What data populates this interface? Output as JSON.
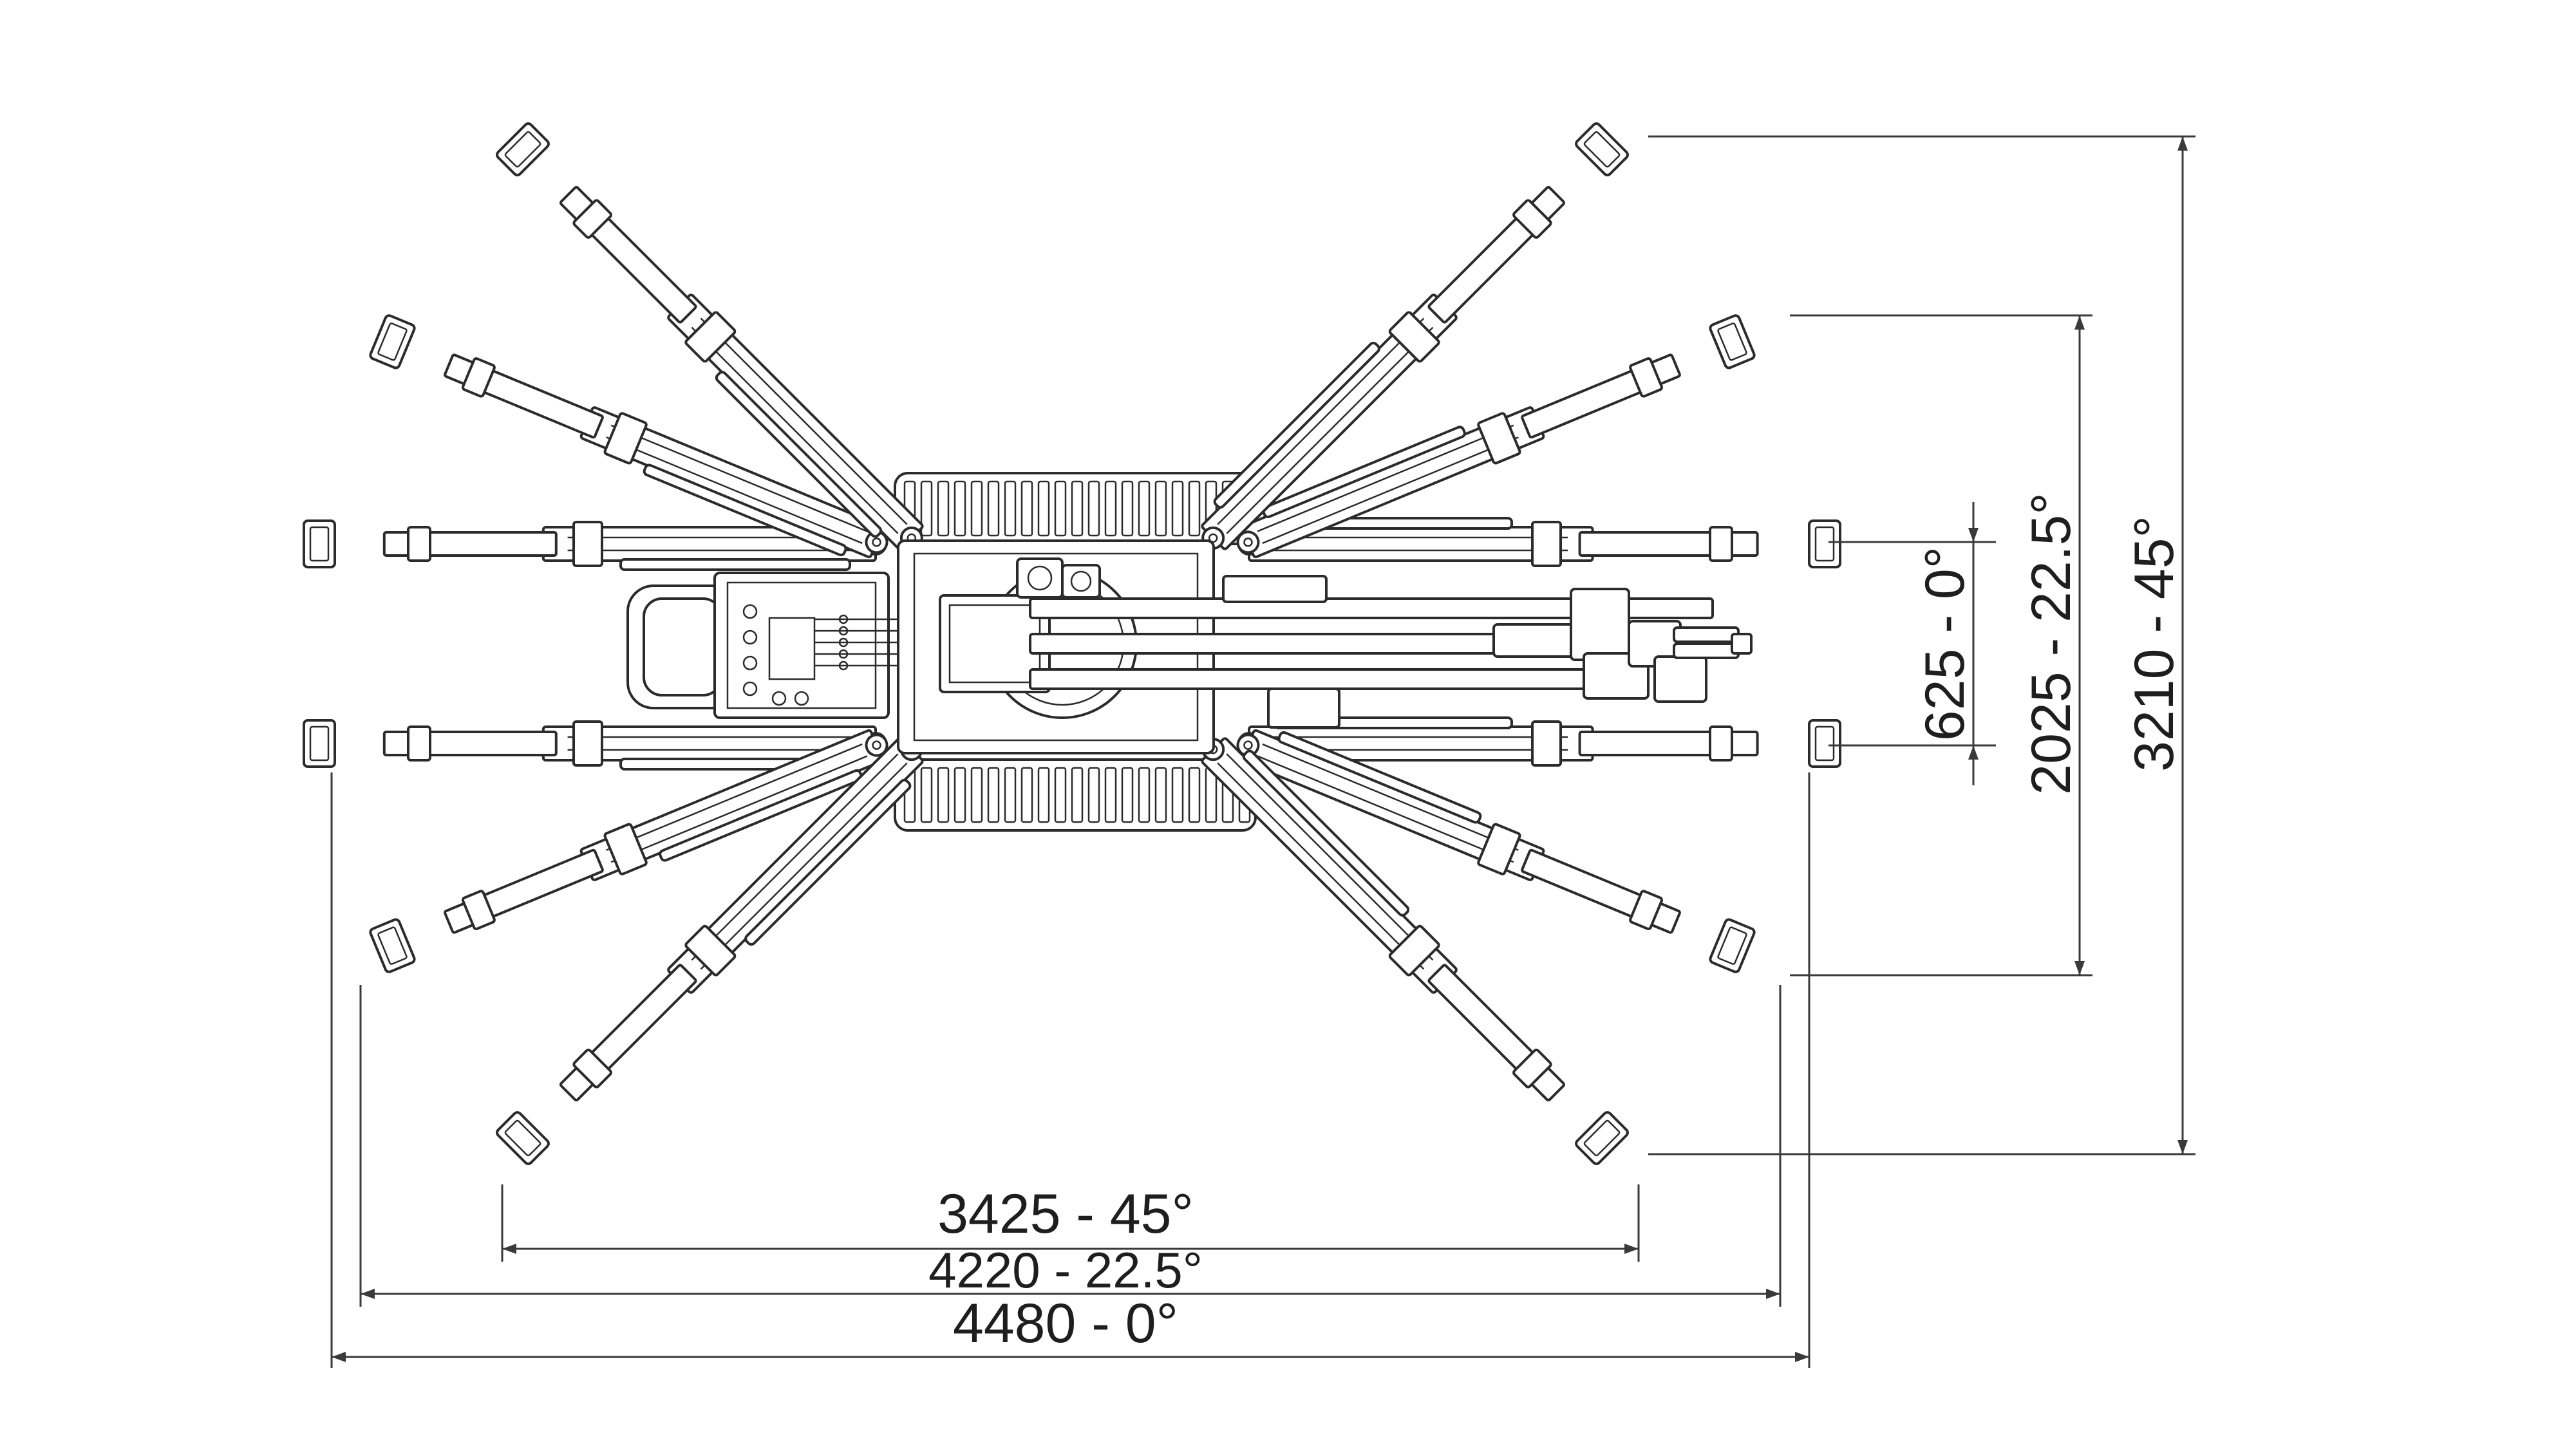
{
  "diagram": {
    "subject": "spider-lift-outrigger-plan-view",
    "dimensions": {
      "width_45": "3425 - 45°",
      "width_22_5": "4220 - 22.5°",
      "width_0": "4480 - 0°",
      "height_0": "625 - 0°",
      "height_22_5": "2025 - 22.5°",
      "height_45": "3210 - 45°"
    }
  }
}
